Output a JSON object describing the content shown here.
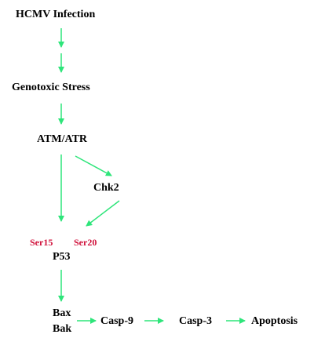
{
  "nodes": {
    "hcmv": "HCMV Infection",
    "genotoxic": "Genotoxic Stress",
    "atm_atr": "ATM/ATR",
    "chk2": "Chk2",
    "p53": "P53",
    "bax": "Bax",
    "bak": "Bak",
    "casp9": "Casp-9",
    "casp3": "Casp-3",
    "apoptosis": "Apoptosis"
  },
  "sites": {
    "ser15": "Ser15",
    "ser20": "Ser20"
  },
  "colors": {
    "arrow": "#2ee57a",
    "site_label": "#d0103a",
    "text": "#000000"
  }
}
